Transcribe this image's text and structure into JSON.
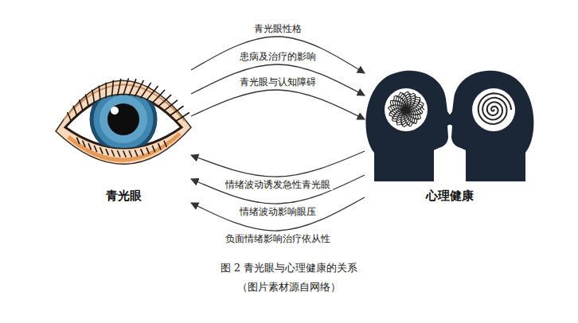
{
  "diagram": {
    "caption": "图 2 青光眼与心理健康的关系",
    "nodes": [
      {
        "text": [
          "青光眼"
        ]
      },
      {
        "text": [
          "心理健康"
        ]
      }
    ],
    "edges": [
      {
        "from": 0,
        "to": 1,
        "arrow": "to",
        "label": "青光眼性格"
      },
      {
        "from": 0,
        "to": 1,
        "arrow": "to",
        "label": "患病及治疗的影响"
      },
      {
        "from": 0,
        "to": 1,
        "arrow": "to",
        "label": "青光眼与认知障碍"
      },
      {
        "from": 1,
        "to": 0,
        "arrow": "to",
        "label": "情绪波动诱发急性青光眼"
      },
      {
        "from": 1,
        "to": 0,
        "arrow": "to",
        "label": "情绪波动影响眼压"
      },
      {
        "from": 1,
        "to": 0,
        "arrow": "to",
        "label": "负面情绪影响治疗依从性"
      }
    ],
    "labels": [
      "（图片素材源自网络）"
    ]
  }
}
